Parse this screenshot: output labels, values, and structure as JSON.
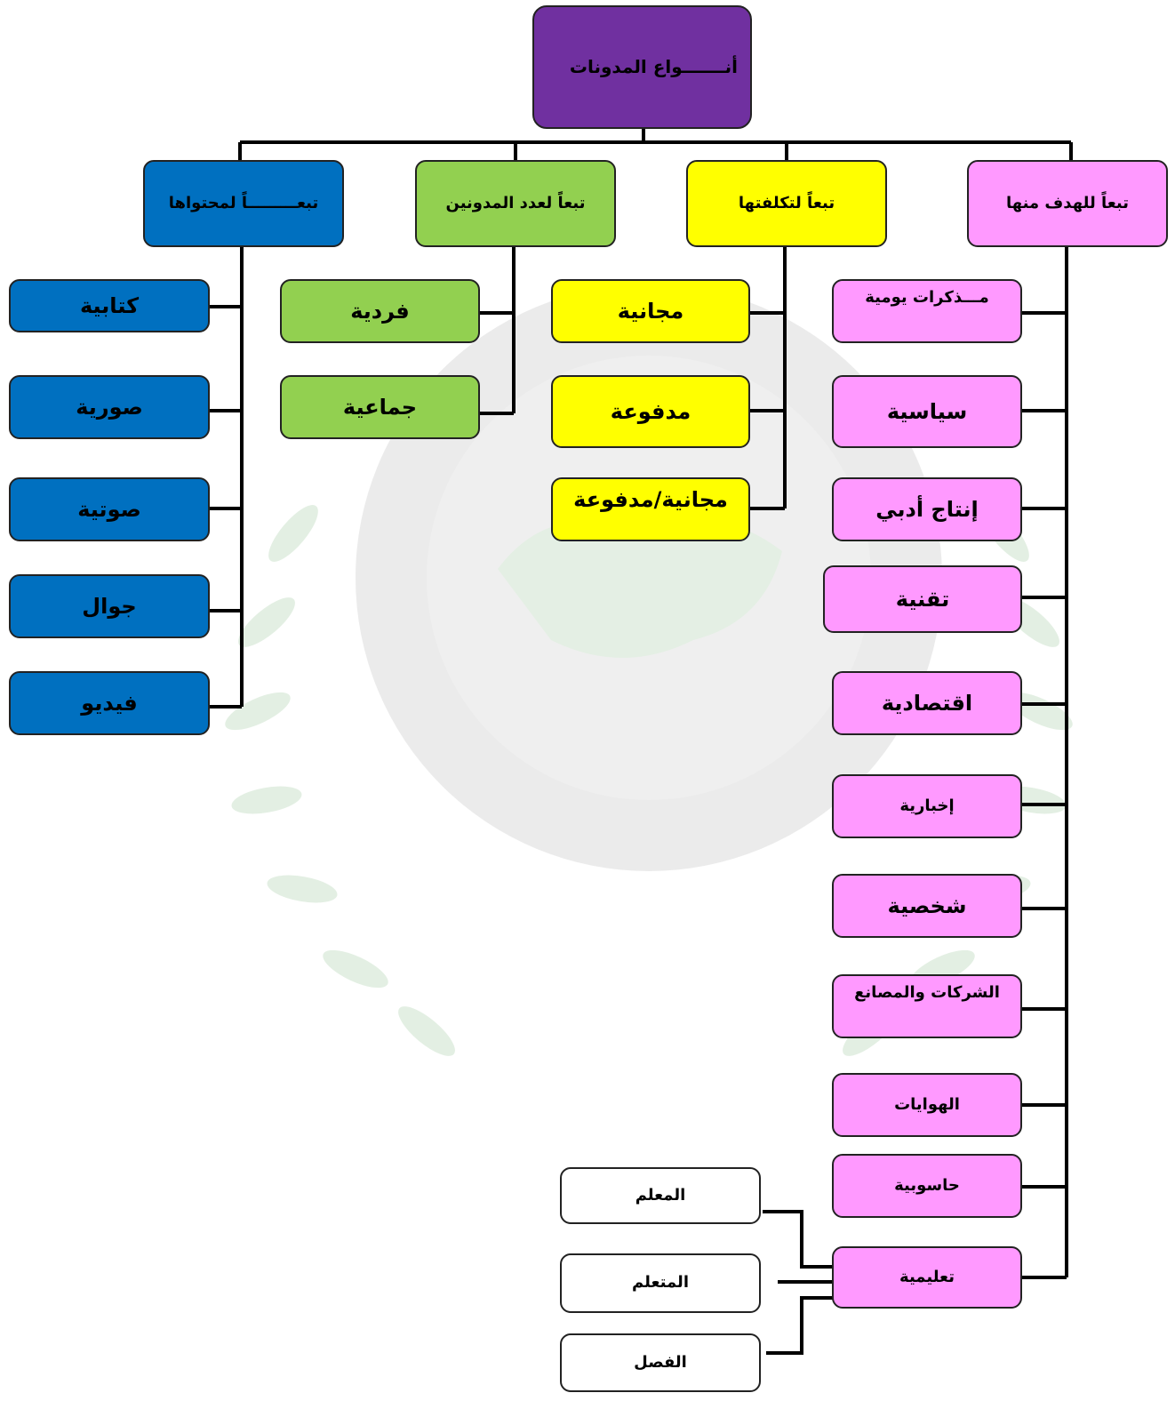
{
  "root": {
    "label": "أنـــــــواع المدونات"
  },
  "categories": {
    "content": {
      "label": "تبعـــــــــاً لمحتواها",
      "items": [
        "كتابية",
        "صورية",
        "صوتية",
        "جوال",
        "فيديو"
      ]
    },
    "bloggers": {
      "label": "تبعاً لعدد المدونين",
      "items": [
        "فردية",
        "جماعية"
      ]
    },
    "cost": {
      "label": "تبعاً لتكلفتها",
      "items": [
        "مجانية",
        "مدفوعة",
        "مجانية/مدفوعة"
      ]
    },
    "purpose": {
      "label": "تبعاً للهدف منها",
      "items": [
        "مـــذكرات يومية",
        "سياسية",
        "إنتاج أدبي",
        "تقنية",
        "اقتصادية",
        "إخبارية",
        "شخصية",
        "الشركات والمصانع",
        "الهوايات",
        "حاسوبية",
        "تعليمية"
      ]
    }
  },
  "educational": {
    "items": [
      "المعلم",
      "المتعلم",
      "الفصل"
    ]
  },
  "colors": {
    "root": "#7030a0",
    "content": "#0070c0",
    "bloggers": "#92d050",
    "cost": "#ffff00",
    "purpose": "#ff99ff",
    "watermark": "#2e8b2e"
  }
}
